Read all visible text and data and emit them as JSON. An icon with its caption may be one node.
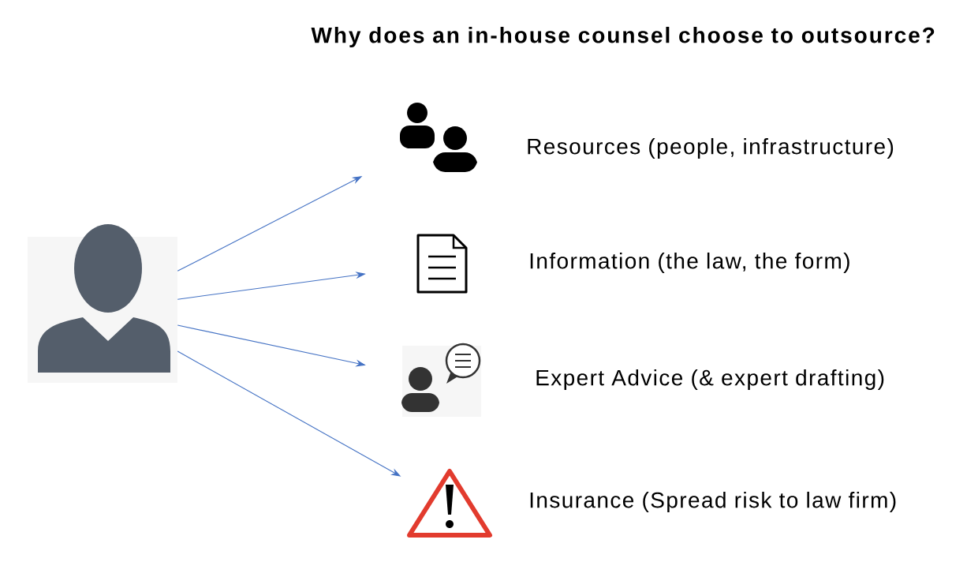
{
  "diagram": {
    "title": "Why does an in-house counsel choose to outsource?",
    "nodes": [
      {
        "text": [],
        "shape": "person"
      },
      {
        "text": [],
        "shape": "people",
        "beside": [
          "Resources (people, infrastructure)"
        ]
      },
      {
        "text": [],
        "shape": "document",
        "beside": [
          "Information (the law, the form)"
        ]
      },
      {
        "text": [],
        "shape": "advisor",
        "beside": [
          "Expert Advice (& expert drafting)"
        ]
      },
      {
        "text": [],
        "shape": "warning",
        "beside": [
          "Insurance (Spread risk to law firm)"
        ]
      }
    ],
    "edges": [
      {
        "from": 0,
        "to": 1,
        "arrow": "to"
      },
      {
        "from": 0,
        "to": 2,
        "arrow": "to"
      },
      {
        "from": 0,
        "to": 3,
        "arrow": "to"
      },
      {
        "from": 0,
        "to": 4,
        "arrow": "to"
      }
    ]
  }
}
